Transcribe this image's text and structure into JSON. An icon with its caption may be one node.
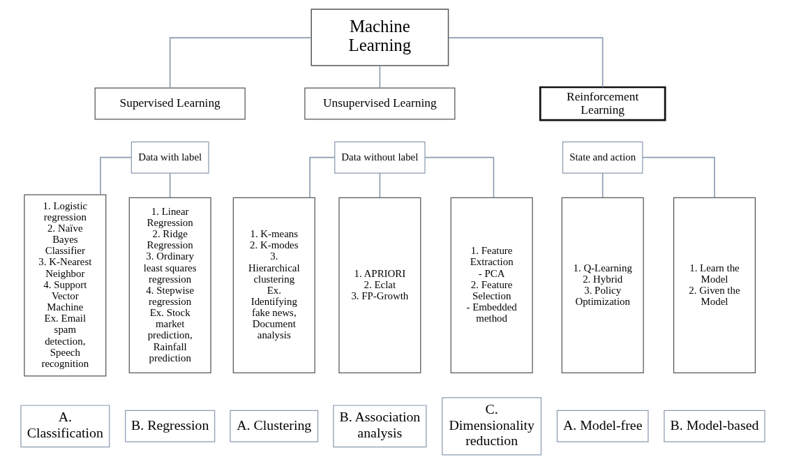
{
  "diagram": {
    "nodes": [
      {
        "text": [
          "Machine Learning"
        ]
      },
      {
        "text": [
          "Supervised Learning"
        ]
      },
      {
        "text": [
          "Data with label"
        ]
      },
      {
        "text": [
          "Unsupervised Learning"
        ]
      },
      {
        "text": [
          "Data without label"
        ]
      },
      {
        "text": [
          "Reinforcement Learning"
        ]
      },
      {
        "text": [
          "State and action"
        ]
      },
      {
        "text": [
          "1. Logistic regression",
          "2. Naïve Bayes Classifier",
          "3. K-Nearest Neighbor",
          "4. Support Vector Machine",
          "Ex. Email spam detection, Speech recognition"
        ]
      },
      {
        "text": [
          "A. Classification"
        ]
      },
      {
        "text": [
          "1. Linear Regression",
          "2. Ridge Regression",
          "3. Ordinary least squares regression",
          "4. Stepwise regression",
          "Ex. Stock market prediction, Rainfall prediction"
        ]
      },
      {
        "text": [
          "B. Regression"
        ]
      },
      {
        "text": [
          "1. K-means",
          "2. K-modes",
          "3. Hierarchical clustering",
          "Ex. Identifying fake news, Document analysis"
        ]
      },
      {
        "text": [
          "A. Clustering"
        ]
      },
      {
        "text": [
          "1. APRIORI",
          "2. Eclat",
          "3. FP-Growth"
        ]
      },
      {
        "text": [
          "B. Association analysis"
        ]
      },
      {
        "text": [
          "1. Feature Extraction",
          "- PCA",
          "2. Feature Selection",
          "- Embedded method"
        ]
      },
      {
        "text": [
          "C. Dimensionality reduction"
        ]
      },
      {
        "text": [
          "1. Q-Learning",
          "2. Hybrid",
          "3. Policy Optimization"
        ]
      },
      {
        "text": [
          "A. Model-free"
        ]
      },
      {
        "text": [
          "1. Learn the Model",
          "2. Given the Model"
        ]
      },
      {
        "text": [
          "B. Model-based"
        ]
      }
    ],
    "edges": [
      {
        "from": 0,
        "to": 1,
        "arrow": "none"
      },
      {
        "from": 0,
        "to": 3,
        "arrow": "none"
      },
      {
        "from": 0,
        "to": 5,
        "arrow": "none"
      },
      {
        "from": 2,
        "to": 7,
        "arrow": "none"
      },
      {
        "from": 2,
        "to": 9,
        "arrow": "none"
      },
      {
        "from": 4,
        "to": 11,
        "arrow": "none"
      },
      {
        "from": 4,
        "to": 13,
        "arrow": "none"
      },
      {
        "from": 4,
        "to": 15,
        "arrow": "none"
      },
      {
        "from": 6,
        "to": 17,
        "arrow": "none"
      },
      {
        "from": 6,
        "to": 19,
        "arrow": "none"
      }
    ]
  }
}
